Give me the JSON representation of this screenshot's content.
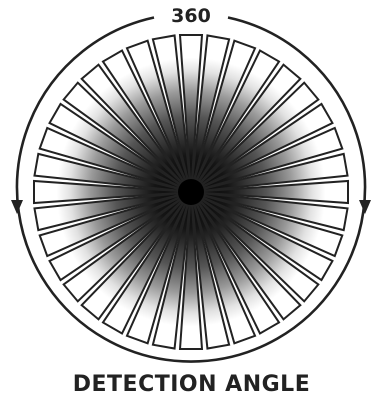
{
  "diagram": {
    "degree_label": "360",
    "caption": "DETECTION ANGLE",
    "ray_count": 36,
    "colors": {
      "ink": "#222222",
      "background": "#ffffff",
      "ray_fill": "#ffffff"
    },
    "icons": [
      "arrow-down-left-icon",
      "arrow-down-right-icon"
    ]
  }
}
